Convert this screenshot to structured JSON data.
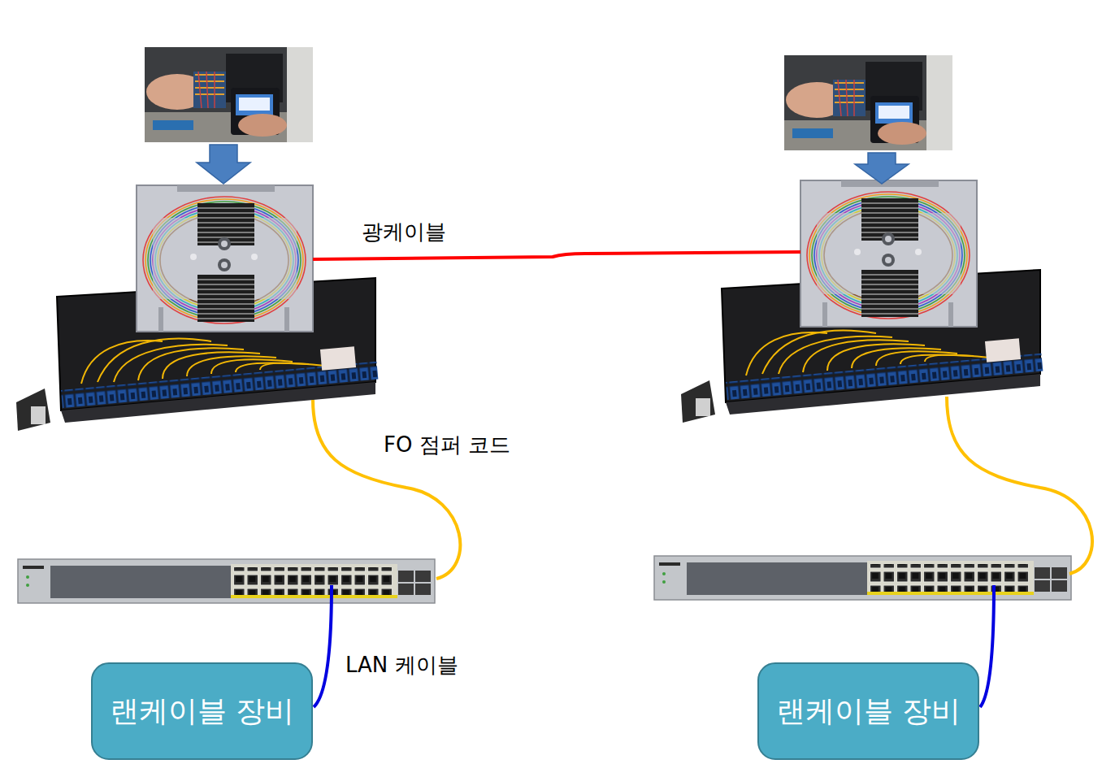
{
  "diagram": {
    "nodes": [
      {
        "text": [
          "랜케이블 장비"
        ]
      },
      {
        "text": [
          "랜케이블 장비"
        ]
      }
    ],
    "labels": [
      "광케이블",
      "FO 점퍼 코드",
      "LAN 케이블"
    ]
  }
}
